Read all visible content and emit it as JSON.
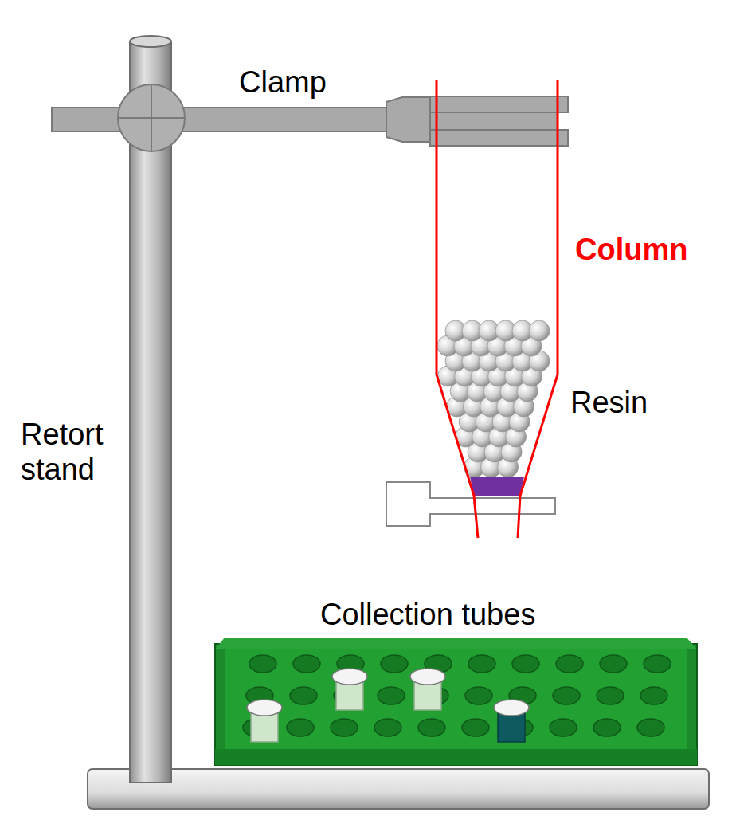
{
  "diagram": {
    "labels": [
      "Clamp",
      "Column",
      "Resin",
      "Retort stand",
      "Collection tubes"
    ]
  }
}
